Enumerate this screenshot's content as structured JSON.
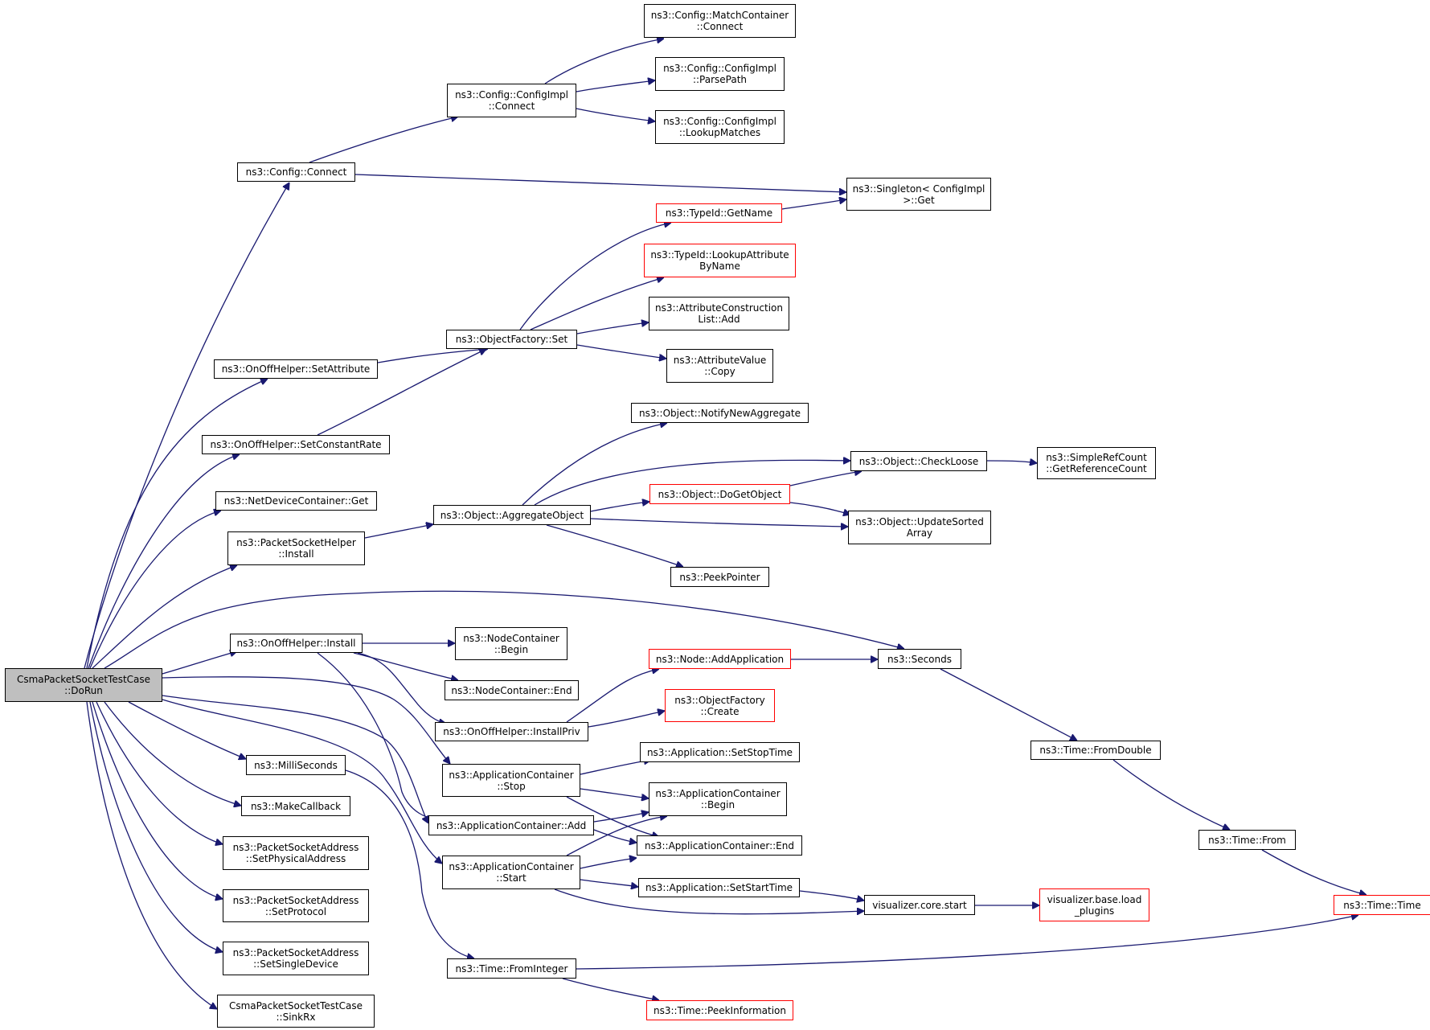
{
  "colors": {
    "edge": "#191970",
    "node_border": "#000000",
    "truncated_node_border": "#ff0000",
    "root_fill": "#bfbfbf"
  },
  "nodes": [
    {
      "id": "root",
      "lines": [
        "CsmaPacketSocketTestCase",
        "::DoRun"
      ],
      "style": "root"
    },
    {
      "id": "cfg-connect",
      "lines": [
        "ns3::Config::Connect"
      ],
      "style": "normal"
    },
    {
      "id": "cfgimpl-connect",
      "lines": [
        "ns3::Config::ConfigImpl",
        "::Connect"
      ],
      "style": "normal"
    },
    {
      "id": "matchcontainer-connect",
      "lines": [
        "ns3::Config::MatchContainer",
        "::Connect"
      ],
      "style": "normal"
    },
    {
      "id": "cfgimpl-parsepath",
      "lines": [
        "ns3::Config::ConfigImpl",
        "::ParsePath"
      ],
      "style": "normal"
    },
    {
      "id": "cfgimpl-lookupmatches",
      "lines": [
        "ns3::Config::ConfigImpl",
        "::LookupMatches"
      ],
      "style": "normal"
    },
    {
      "id": "singleton-get",
      "lines": [
        "ns3::Singleton< ConfigImpl",
        " >::Get"
      ],
      "style": "normal"
    },
    {
      "id": "typeid-getname",
      "lines": [
        "ns3::TypeId::GetName"
      ],
      "style": "red"
    },
    {
      "id": "typeid-lookupattr",
      "lines": [
        "ns3::TypeId::LookupAttribute",
        "ByName"
      ],
      "style": "red"
    },
    {
      "id": "attrconstr-add",
      "lines": [
        "ns3::AttributeConstruction",
        "List::Add"
      ],
      "style": "normal"
    },
    {
      "id": "attrvalue-copy",
      "lines": [
        "ns3::AttributeValue",
        "::Copy"
      ],
      "style": "normal"
    },
    {
      "id": "objfactory-set",
      "lines": [
        "ns3::ObjectFactory::Set"
      ],
      "style": "normal"
    },
    {
      "id": "onoff-setattribute",
      "lines": [
        "ns3::OnOffHelper::SetAttribute"
      ],
      "style": "normal"
    },
    {
      "id": "onoff-setconstantrate",
      "lines": [
        "ns3::OnOffHelper::SetConstantRate"
      ],
      "style": "normal"
    },
    {
      "id": "netdev-get",
      "lines": [
        "ns3::NetDeviceContainer::Get"
      ],
      "style": "normal"
    },
    {
      "id": "pktsockhelper-install",
      "lines": [
        "ns3::PacketSocketHelper",
        "::Install"
      ],
      "style": "normal"
    },
    {
      "id": "object-notify",
      "lines": [
        "ns3::Object::NotifyNewAggregate"
      ],
      "style": "normal"
    },
    {
      "id": "object-checkloose",
      "lines": [
        "ns3::Object::CheckLoose"
      ],
      "style": "normal"
    },
    {
      "id": "simplerefcount",
      "lines": [
        "ns3::SimpleRefCount",
        "::GetReferenceCount"
      ],
      "style": "normal"
    },
    {
      "id": "object-dogetobject",
      "lines": [
        "ns3::Object::DoGetObject"
      ],
      "style": "red"
    },
    {
      "id": "object-aggregate",
      "lines": [
        "ns3::Object::AggregateObject"
      ],
      "style": "normal"
    },
    {
      "id": "object-updatesorted",
      "lines": [
        "ns3::Object::UpdateSorted",
        "Array"
      ],
      "style": "normal"
    },
    {
      "id": "peekpointer",
      "lines": [
        "ns3::PeekPointer"
      ],
      "style": "normal"
    },
    {
      "id": "onoff-install",
      "lines": [
        "ns3::OnOffHelper::Install"
      ],
      "style": "normal"
    },
    {
      "id": "nodecontainer-begin",
      "lines": [
        "ns3::NodeContainer",
        "::Begin"
      ],
      "style": "normal"
    },
    {
      "id": "nodecontainer-end",
      "lines": [
        "ns3::NodeContainer::End"
      ],
      "style": "normal"
    },
    {
      "id": "onoff-installpriv",
      "lines": [
        "ns3::OnOffHelper::InstallPriv"
      ],
      "style": "normal"
    },
    {
      "id": "node-addapplication",
      "lines": [
        "ns3::Node::AddApplication"
      ],
      "style": "red"
    },
    {
      "id": "objfactory-create",
      "lines": [
        "ns3::ObjectFactory",
        "::Create"
      ],
      "style": "red"
    },
    {
      "id": "seconds",
      "lines": [
        "ns3::Seconds"
      ],
      "style": "normal"
    },
    {
      "id": "time-fromdouble",
      "lines": [
        "ns3::Time::FromDouble"
      ],
      "style": "normal"
    },
    {
      "id": "time-from",
      "lines": [
        "ns3::Time::From"
      ],
      "style": "normal"
    },
    {
      "id": "time-time",
      "lines": [
        "ns3::Time::Time"
      ],
      "style": "red"
    },
    {
      "id": "milliseconds",
      "lines": [
        "ns3::MilliSeconds"
      ],
      "style": "normal"
    },
    {
      "id": "makecallback",
      "lines": [
        "ns3::MakeCallback"
      ],
      "style": "normal"
    },
    {
      "id": "psa-setphysical",
      "lines": [
        "ns3::PacketSocketAddress",
        "::SetPhysicalAddress"
      ],
      "style": "normal"
    },
    {
      "id": "psa-setprotocol",
      "lines": [
        "ns3::PacketSocketAddress",
        "::SetProtocol"
      ],
      "style": "normal"
    },
    {
      "id": "psa-setsingle",
      "lines": [
        "ns3::PacketSocketAddress",
        "::SetSingleDevice"
      ],
      "style": "normal"
    },
    {
      "id": "sinkrx",
      "lines": [
        "CsmaPacketSocketTestCase",
        "::SinkRx"
      ],
      "style": "normal"
    },
    {
      "id": "appcontainer-stop",
      "lines": [
        "ns3::ApplicationContainer",
        "::Stop"
      ],
      "style": "normal"
    },
    {
      "id": "app-setstoptime",
      "lines": [
        "ns3::Application::SetStopTime"
      ],
      "style": "normal"
    },
    {
      "id": "appcontainer-begin",
      "lines": [
        "ns3::ApplicationContainer",
        "::Begin"
      ],
      "style": "normal"
    },
    {
      "id": "appcontainer-add",
      "lines": [
        "ns3::ApplicationContainer::Add"
      ],
      "style": "normal"
    },
    {
      "id": "appcontainer-end",
      "lines": [
        "ns3::ApplicationContainer::End"
      ],
      "style": "normal"
    },
    {
      "id": "appcontainer-start",
      "lines": [
        "ns3::ApplicationContainer",
        "::Start"
      ],
      "style": "normal"
    },
    {
      "id": "app-setstarttime",
      "lines": [
        "ns3::Application::SetStartTime"
      ],
      "style": "normal"
    },
    {
      "id": "viz-core-start",
      "lines": [
        "visualizer.core.start"
      ],
      "style": "normal"
    },
    {
      "id": "viz-base-load",
      "lines": [
        "visualizer.base.load",
        "_plugins"
      ],
      "style": "red"
    },
    {
      "id": "time-frominteger",
      "lines": [
        "ns3::Time::FromInteger"
      ],
      "style": "normal"
    },
    {
      "id": "time-peekinfo",
      "lines": [
        "ns3::Time::PeekInformation"
      ],
      "style": "red"
    }
  ]
}
